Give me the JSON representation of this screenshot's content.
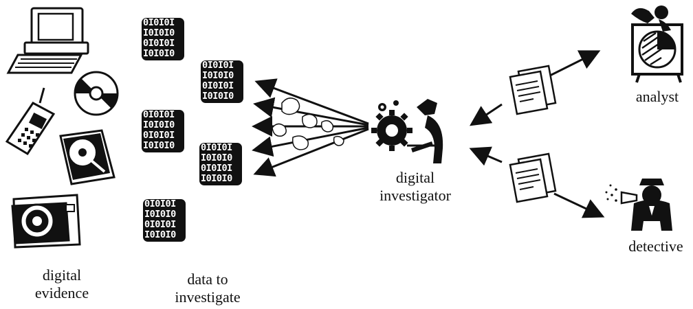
{
  "labels": {
    "evidence": [
      "digital",
      "evidence"
    ],
    "data": [
      "data to",
      "investigate"
    ],
    "investigator": [
      "digital",
      "investigator"
    ],
    "analyst": "analyst",
    "detective": "detective"
  },
  "binary_pattern": [
    "0I0I0I",
    "I0I0I0",
    "0I0I0I",
    "I0I0I0"
  ],
  "colors": {
    "ink": "#111111",
    "paper": "#ffffff"
  },
  "icons": {
    "evidence": [
      "computer-icon",
      "cd-icon",
      "mobile-phone-icon",
      "hard-disk-icon",
      "camera-icon"
    ],
    "investigator": "investigator-icon",
    "analyst": "analyst-icon",
    "detective": "detective-icon",
    "report": "report-documents-icon"
  }
}
